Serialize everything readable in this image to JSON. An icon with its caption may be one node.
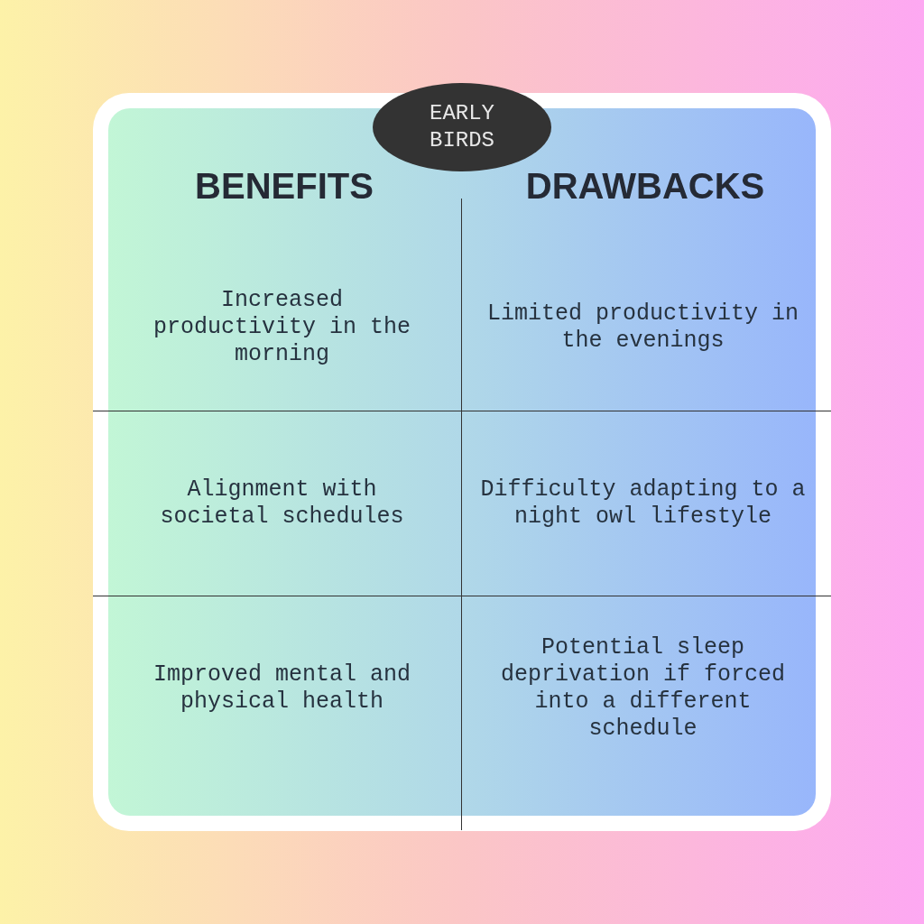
{
  "diagram": {
    "title": "EARLY BIRDS",
    "labels": [
      "BENEFITS",
      "DRAWBACKS",
      "Increased productivity in the morning",
      "Limited productivity in the evenings",
      "Alignment with societal schedules",
      "Difficulty adapting to a night owl lifestyle",
      "Improved mental and physical health",
      "Potential sleep deprivation if forced into a different schedule"
    ]
  }
}
